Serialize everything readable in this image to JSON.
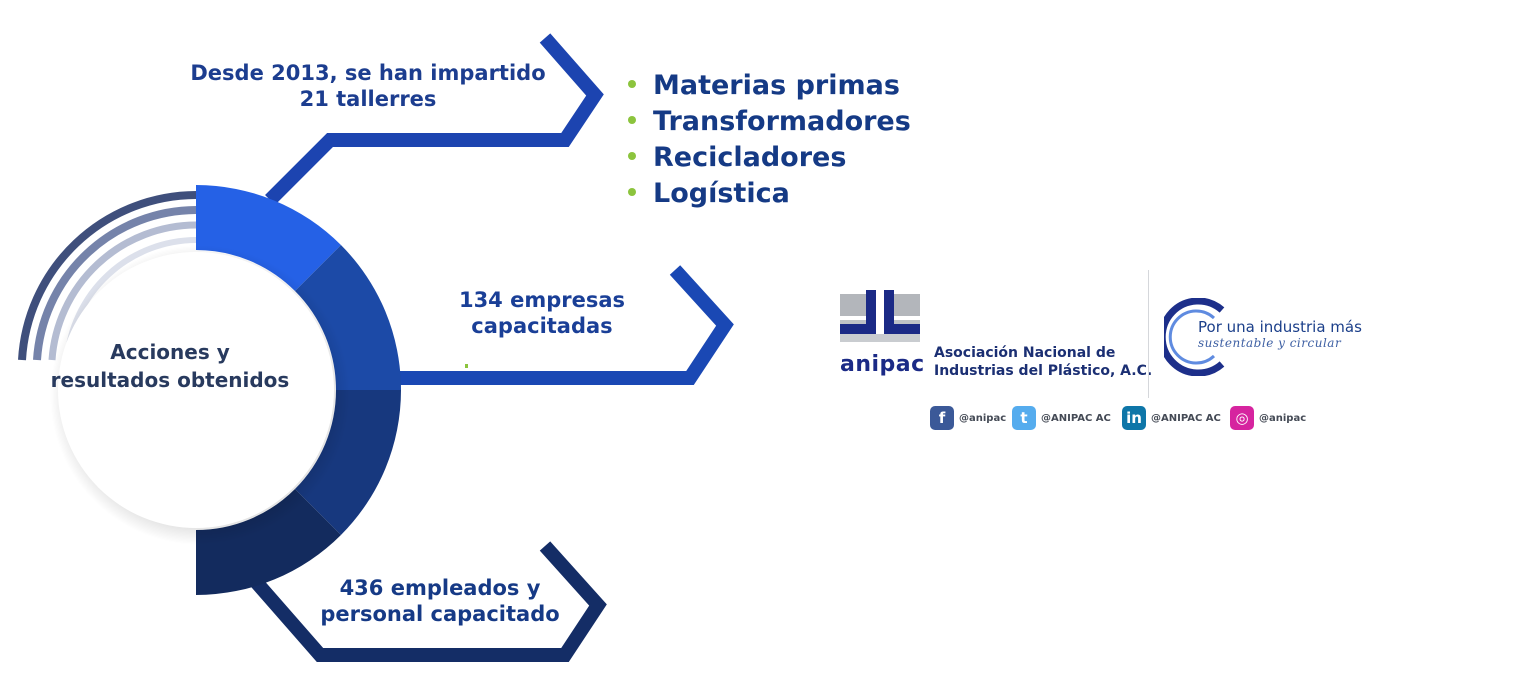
{
  "diagram": {
    "center_label_line1": "Acciones y",
    "center_label_line2": "resultados obtenidos",
    "steps": [
      {
        "line1": "Desde 2013, se han impartido",
        "line2": "21 tallerres"
      },
      {
        "line1": "134 empresas",
        "line2": "capacitadas"
      },
      {
        "line1": "436 empleados y",
        "line2": "personal capacitado"
      }
    ],
    "categories": [
      "Materias primas",
      "Transformadores",
      "Recicladores",
      "Logística"
    ],
    "colors": {
      "segment_1": "#2561e6",
      "segment_2": "#1c4aa7",
      "segment_3": "#17387e",
      "segment_4": "#132b5e",
      "bullet": "#8cc43d"
    }
  },
  "organization": {
    "logo_text": "anipac",
    "name_line1": "Asociación Nacional de",
    "name_line2": "Industrias del Plástico, A.C.",
    "slogan_line1": "Por una industria más",
    "slogan_line2": "sustentable y circular",
    "social": [
      {
        "icon": "facebook-icon",
        "glyph": "f",
        "handle": "@anipac",
        "color": "#3b5998"
      },
      {
        "icon": "twitter-icon",
        "glyph": "t",
        "handle": "@ANIPAC AC",
        "color": "#55acee"
      },
      {
        "icon": "linkedin-icon",
        "glyph": "in",
        "handle": "@ANIPAC AC",
        "color": "#0e76a8"
      },
      {
        "icon": "instagram-icon",
        "glyph": "◎",
        "handle": "@anipac",
        "color": "#d6249f"
      }
    ]
  }
}
